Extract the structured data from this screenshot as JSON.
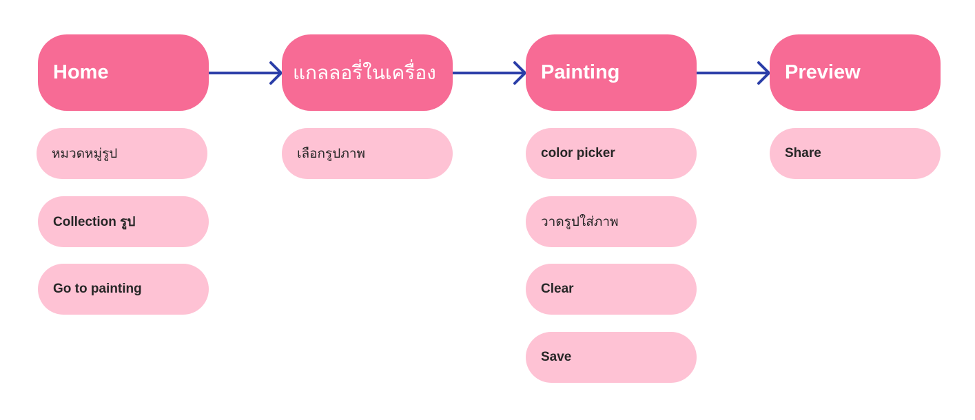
{
  "colors": {
    "main_node": "#f76b95",
    "sub_node": "#fec2d4",
    "arrow": "#2b3ea8",
    "main_text": "#ffffff",
    "sub_text": "#262626"
  },
  "flow": [
    {
      "label": "Home",
      "items": [
        "หมวดหมู่รูป",
        "Collection รูป",
        "Go to painting"
      ]
    },
    {
      "label": "แกลลอรี่ในเครื่อง",
      "items": [
        "เลือกรูปภาพ"
      ]
    },
    {
      "label": "Painting",
      "items": [
        "color picker",
        "วาดรูปใส่ภาพ",
        "Clear",
        "Save"
      ]
    },
    {
      "label": "Preview",
      "items": [
        "Share"
      ]
    }
  ]
}
